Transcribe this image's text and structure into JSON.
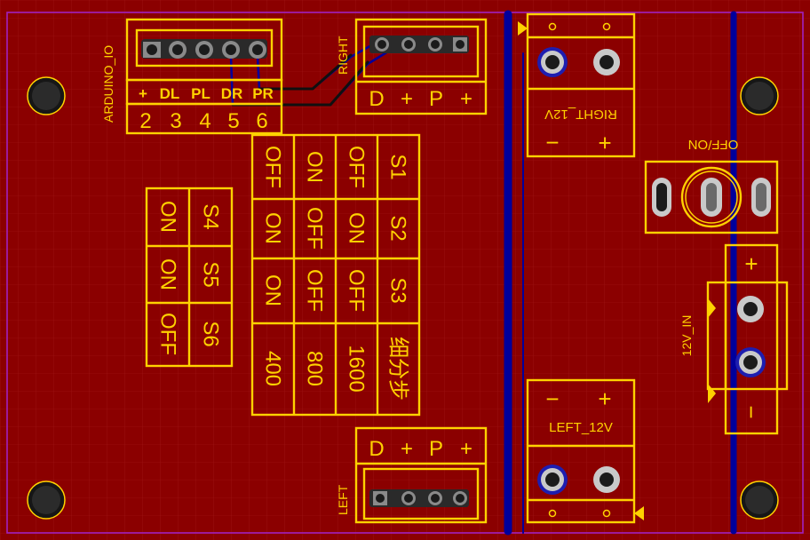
{
  "connectors": {
    "arduino": {
      "name": "ARDUINO_IO",
      "signals": [
        "+",
        "DL",
        "PL",
        "DR",
        "PR"
      ],
      "pins": [
        "2",
        "3",
        "4",
        "5",
        "6"
      ]
    },
    "right": {
      "name": "RIGHT",
      "pins": [
        "D",
        "+",
        "P",
        "+"
      ]
    },
    "left": {
      "name": "LEFT",
      "pins": [
        "D",
        "+",
        "P",
        "+"
      ]
    },
    "right12v": {
      "name": "RIGHT_12V",
      "minus": "−",
      "plus": "+"
    },
    "left12v": {
      "name": "LEFT_12V",
      "minus": "−",
      "plus": "+"
    },
    "power_in": {
      "name": "12V_IN",
      "plus": "+",
      "minus": "−"
    },
    "switch": {
      "name": "OFF/ON"
    }
  },
  "dip_table_1": {
    "headers": [
      "S1",
      "S2",
      "S3",
      "细分步"
    ],
    "rows": [
      [
        "OFF",
        "ON",
        "OFF",
        "1600"
      ],
      [
        "ON",
        "OFF",
        "OFF",
        "800"
      ],
      [
        "OFF",
        "ON",
        "ON",
        "400"
      ]
    ]
  },
  "dip_table_2": {
    "headers": [
      "S4",
      "S5",
      "S6"
    ],
    "rows": [
      [
        "ON",
        "ON",
        "OFF"
      ]
    ]
  },
  "colors": {
    "board": "#8b0000",
    "silkscreen": "#ffd200",
    "bottom_trace": "#00009c",
    "outline": "#a020c0"
  }
}
